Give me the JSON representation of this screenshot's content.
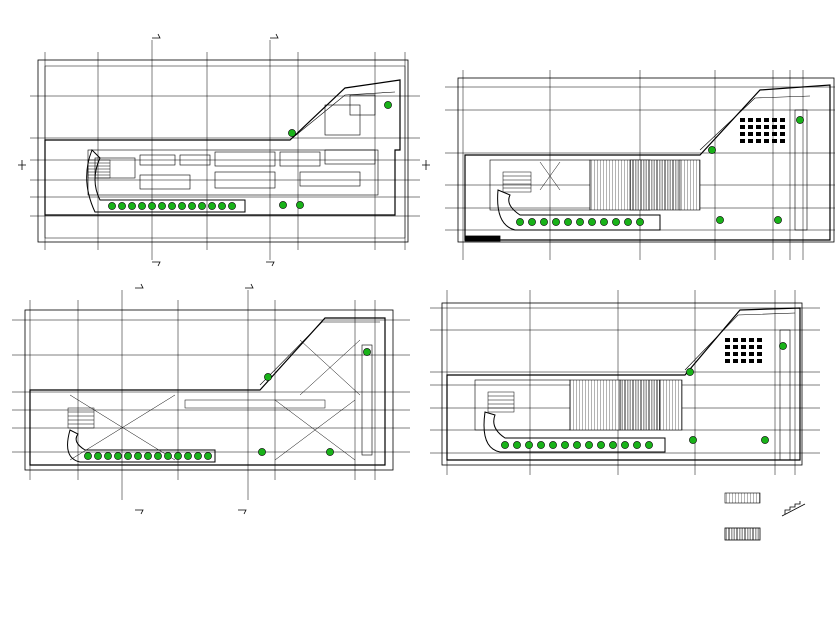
{
  "drawing": {
    "plans": [
      {
        "id": "plan-top-left",
        "kind": "floor-plan"
      },
      {
        "id": "plan-top-right",
        "kind": "roof-plan"
      },
      {
        "id": "plan-bottom-left",
        "kind": "structure-plan"
      },
      {
        "id": "plan-bottom-right",
        "kind": "roof-plan"
      }
    ],
    "legend": [
      {
        "id": "legend-hatch-light",
        "kind": "hatch-swatch"
      },
      {
        "id": "legend-stair-symbol",
        "kind": "stair-symbol"
      },
      {
        "id": "legend-hatch-dark",
        "kind": "hatch-swatch"
      }
    ],
    "colors": {
      "line": "#000000",
      "tree": "#19b219",
      "background": "#ffffff"
    },
    "icons": [
      "section-marker-icon",
      "column-marker-icon",
      "tree-icon",
      "stair-icon"
    ]
  }
}
